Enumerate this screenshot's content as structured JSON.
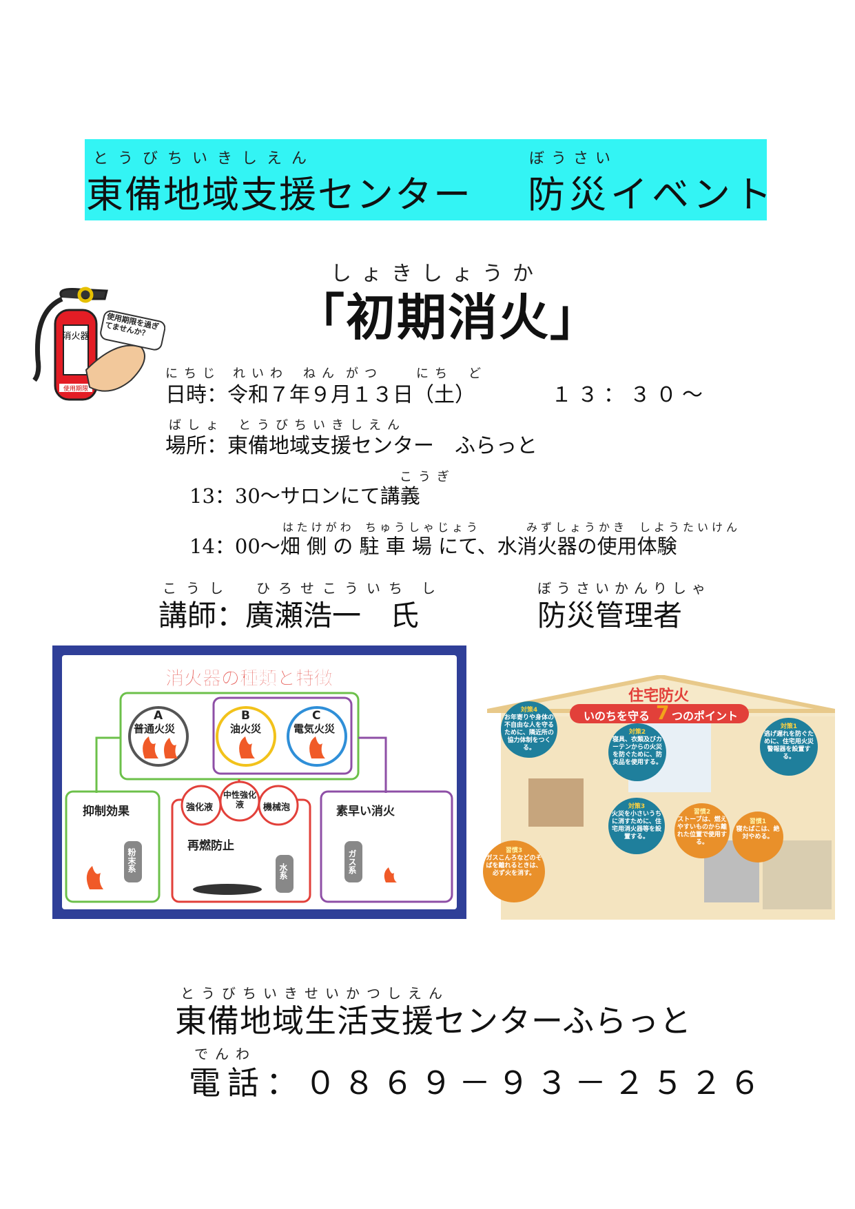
{
  "banner": {
    "ruby_org": "とうびちいきしえん",
    "ruby_bousai": "ぼうさい",
    "org": "東備地域支援センター",
    "event": "防災イベント"
  },
  "title": {
    "ruby": "しょきしょうか",
    "text": "「初期消火」"
  },
  "extinguisher": {
    "tag": "消火器",
    "bubble": "使用期限を過ぎてませんか？",
    "tag_bottom": "使用期限"
  },
  "datetime": {
    "ruby": [
      "にちじ",
      "れいわ",
      "ねん",
      "がつ",
      "にち",
      "ど"
    ],
    "text": "日時：令和７年９月１３日（土）",
    "time": "１３：３０～"
  },
  "place": {
    "ruby_basho": "ばしょ",
    "ruby_org": "とうびちいきしえん",
    "text": "場所：東備地域支援センター　ふらっと"
  },
  "schedule": [
    {
      "ruby": "こうぎ",
      "text": "13：30～サロンにて講義"
    },
    {
      "ruby_a": "はたけがわ",
      "ruby_b": "ちゅうしゃじょう",
      "ruby_c": "みずしょうかき",
      "ruby_d": "しようたいけん",
      "text": "14：00～畑 側 の 駐 車 場 にて、水消火器の使用体験"
    }
  ],
  "lecturer": {
    "ruby_koushi": "こうし",
    "ruby_name": "ひろせこういち",
    "ruby_shi": "し",
    "ruby_role": "ぼうさいかんりしゃ",
    "text": "講師：廣瀬浩一　氏",
    "role": "防災管理者"
  },
  "types_chart": {
    "title": "消火器の種類と特徴",
    "fire_a": "A",
    "fire_a_label": "普通火災",
    "fire_b": "B",
    "fire_b_label": "油火災",
    "fire_c": "C",
    "fire_c_label": "電気火災",
    "box1": "抑制効果",
    "box1_tag": "粉末系",
    "box2_items": [
      "強化液",
      "中性強化液",
      "機械泡"
    ],
    "box2_label": "再燃防止",
    "box2_tag": "水系",
    "box3": "素早い消火",
    "box3_tag": "ガス系",
    "colors": {
      "frame": "#2f3f98",
      "green": "#6cc04a",
      "purple": "#8e4fa6",
      "red": "#e2403a",
      "yellow": "#f2c21b",
      "blue": "#2f8fd8"
    }
  },
  "house_chart": {
    "title": "住宅防火",
    "subtitle_a": "いのちを守る",
    "subtitle_num": "7",
    "subtitle_b": "つのポイント",
    "points": [
      {
        "tag": "対策4",
        "text": "お年寄りや身体の不自由な人を守るために、隣近所の協力体制をつくる。"
      },
      {
        "tag": "対策2",
        "text": "寝具、衣類及びカーテンからの火災を防ぐために、防炎品を使用する。"
      },
      {
        "tag": "対策1",
        "text": "逃げ遅れを防ぐために、住宅用火災警報器を設置する。"
      },
      {
        "tag": "対策3",
        "text": "火災を小さいうちに消すために、住宅用消火器等を設置する。"
      },
      {
        "tag": "習慣2",
        "text": "ストーブは、燃えやすいものから離れた位置で使用する。"
      },
      {
        "tag": "習慣1",
        "text": "寝たばこは、絶対やめる。"
      },
      {
        "tag": "習慣3",
        "text": "ガスこんろなどのそばを離れるときは、必ず火を消す。"
      }
    ]
  },
  "footer": {
    "ruby": "とうびちいきせいかつしえん",
    "name": "東備地域生活支援センターふらっと",
    "phone_ruby": "でんわ",
    "phone": "電話：０８６９－９３－２５２６"
  }
}
